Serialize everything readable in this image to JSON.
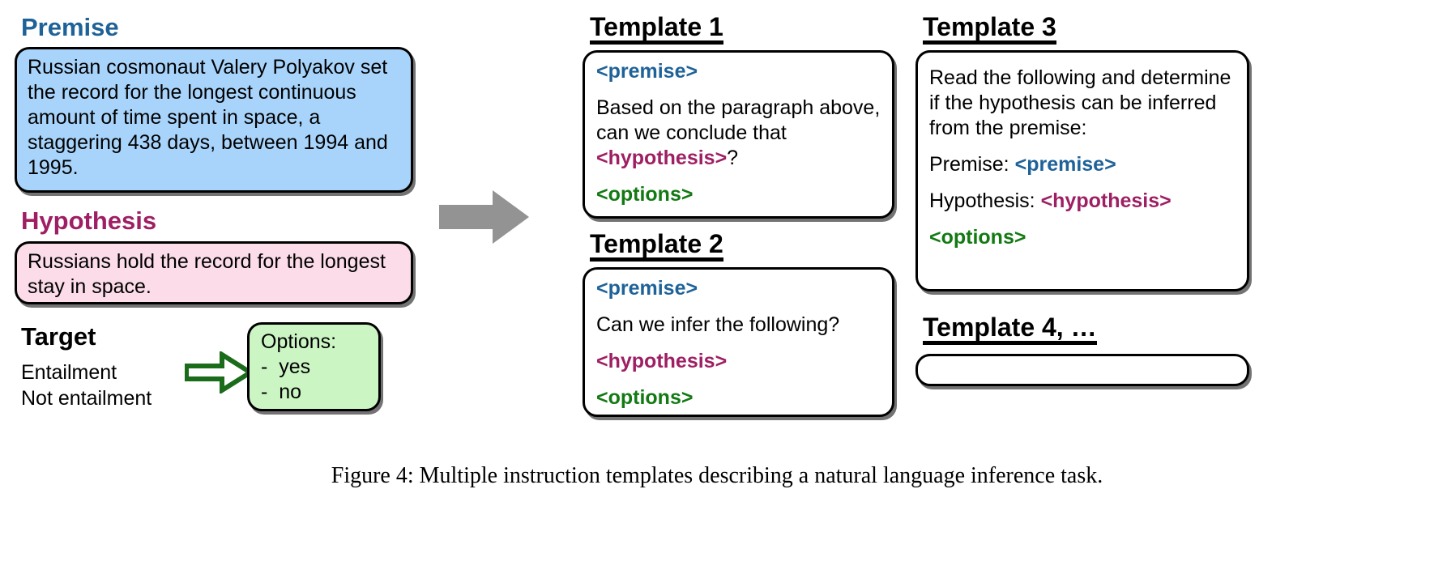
{
  "figure": {
    "caption": "Figure 4: Multiple instruction templates describing a natural language inference task."
  },
  "colors": {
    "premise_accent": "#1f6298",
    "hypothesis_accent": "#9e1f63",
    "options_accent": "#137a13",
    "premise_box_fill": "#a8d4fb",
    "hypothesis_box_fill": "#fbdce8",
    "options_box_fill": "#ccf5c4",
    "arrow_grey": "#939393",
    "arrow_green": "#1a6b1a"
  },
  "example": {
    "premise_label": "Premise",
    "premise_text": "Russian cosmonaut Valery Polyakov set the record for the longest continuous amount of time spent in space, a staggering 438 days, between 1994 and 1995.",
    "hypothesis_label": "Hypothesis",
    "hypothesis_text": "Russians hold the record for the longest stay in space.",
    "target_label": "Target",
    "target_values": [
      "Entailment",
      "Not entailment"
    ],
    "options_title": "Options:",
    "options_items": [
      "-  yes",
      "-  no"
    ]
  },
  "templates": [
    {
      "title": "Template 1",
      "lines": [
        {
          "kind": "premise",
          "text": "<premise>"
        },
        {
          "kind": "mixed",
          "prefix": "Based on the paragraph above, can we conclude that ",
          "placeholder": "<hypothesis>",
          "placeholder_kind": "hypothesis",
          "suffix": "?"
        },
        {
          "kind": "options",
          "text": "<options>"
        }
      ]
    },
    {
      "title": "Template 2",
      "lines": [
        {
          "kind": "premise",
          "text": "<premise>"
        },
        {
          "kind": "plain",
          "text": "Can we infer the following?"
        },
        {
          "kind": "hypothesis",
          "text": "<hypothesis>"
        },
        {
          "kind": "options",
          "text": "<options>"
        }
      ]
    },
    {
      "title": "Template 3",
      "lines": [
        {
          "kind": "plain",
          "text": "Read the following and determine if the hypothesis can be inferred from the premise:"
        },
        {
          "kind": "mixed",
          "prefix": "Premise: ",
          "placeholder": "<premise>",
          "placeholder_kind": "premise",
          "suffix": ""
        },
        {
          "kind": "mixed",
          "prefix": "Hypothesis: ",
          "placeholder": "<hypothesis>",
          "placeholder_kind": "hypothesis",
          "suffix": ""
        },
        {
          "kind": "options",
          "text": "<options>"
        }
      ]
    },
    {
      "title": "Template 4, …",
      "lines": []
    }
  ],
  "icons": {
    "flow_arrow": "right-arrow-icon",
    "target_arrow": "green-right-arrow-icon"
  }
}
